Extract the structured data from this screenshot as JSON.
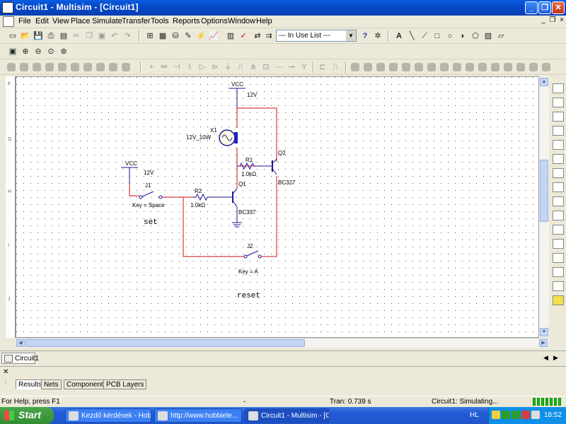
{
  "window": {
    "title": "Circuit1 - Multisim - [Circuit1]"
  },
  "menu": {
    "items": [
      "File",
      "Edit",
      "View",
      "Place",
      "Simulate",
      "Transfer",
      "Tools",
      "Reports",
      "Options",
      "Window",
      "Help"
    ]
  },
  "toolbar": {
    "in_use_list": "--- In Use List ---"
  },
  "schematic": {
    "vcc1": "VCC",
    "vcc1_value": "12V",
    "vcc2": "VCC",
    "vcc2_value": "12V",
    "lamp_ref": "X1",
    "lamp_value": "12V_10W",
    "r1_ref": "R1",
    "r1_value": "1.0kΩ",
    "r2_ref": "R2",
    "r2_value": "1.0kΩ",
    "q1_ref": "Q1",
    "q1_model": "BC337",
    "q2_ref": "Q2",
    "q2_model": "BC327",
    "j1_ref": "J1",
    "j1_key": "Key = Space",
    "j2_ref": "J2",
    "j2_key": "Key = A",
    "set_label": "set",
    "reset_label": "reset",
    "row_labels": [
      "F",
      "G",
      "H",
      "I",
      "J"
    ]
  },
  "tabs": {
    "doc_tab": "Circuit1",
    "bottom_tabs": [
      "Results",
      "Nets",
      "Components",
      "PCB Layers"
    ]
  },
  "status": {
    "help": "For Help, press F1",
    "dash": "-",
    "tran": "Tran: 0.739 s",
    "sim": "Circuit1: Simulating..."
  },
  "taskbar": {
    "start": "Start",
    "tasks": [
      "Kezdő kérdések - Hob...",
      "http://www.hobbiele...",
      "Circuit1 - Multisim - [C..."
    ],
    "lang": "HL",
    "clock": "18:52"
  },
  "colors": {
    "wire_red": "#d01010",
    "component_blue": "#1a1a9a",
    "titlebar": "#0a4ecf"
  }
}
